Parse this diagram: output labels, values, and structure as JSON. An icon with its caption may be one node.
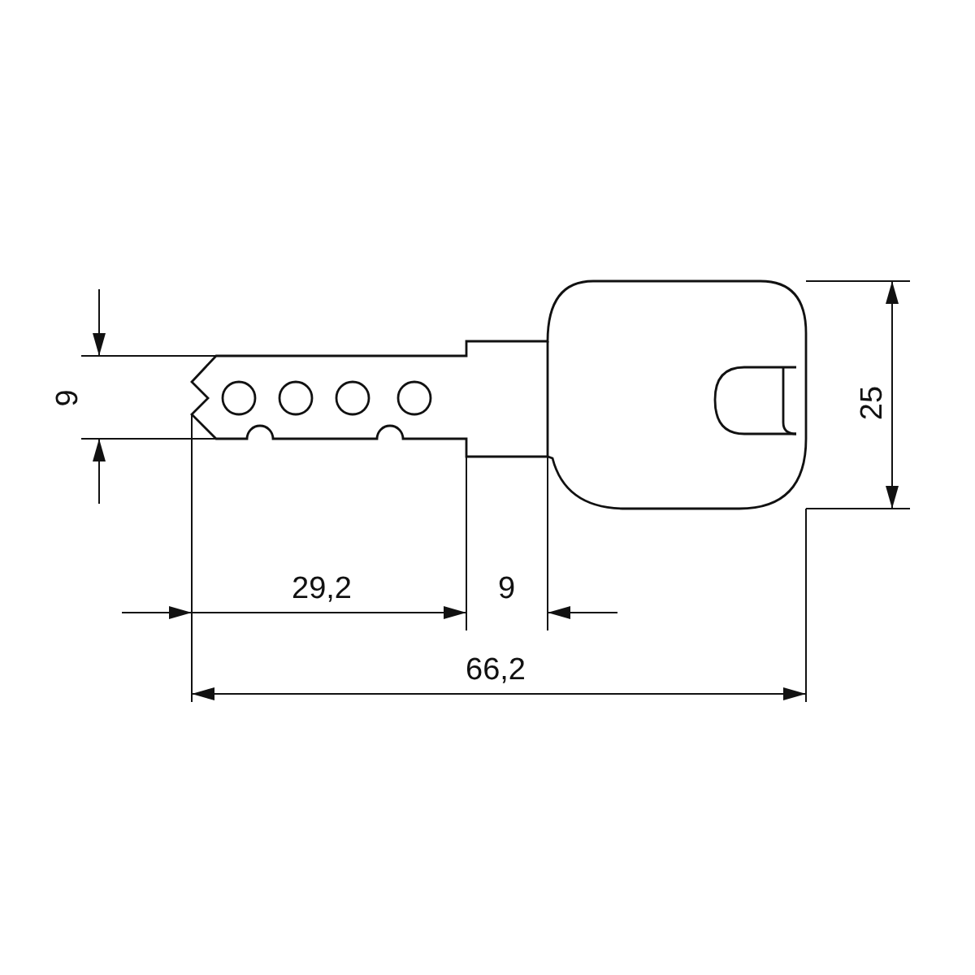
{
  "diagram": {
    "labels": [
      "9",
      "25",
      "29,2",
      "9",
      "66,2"
    ]
  }
}
